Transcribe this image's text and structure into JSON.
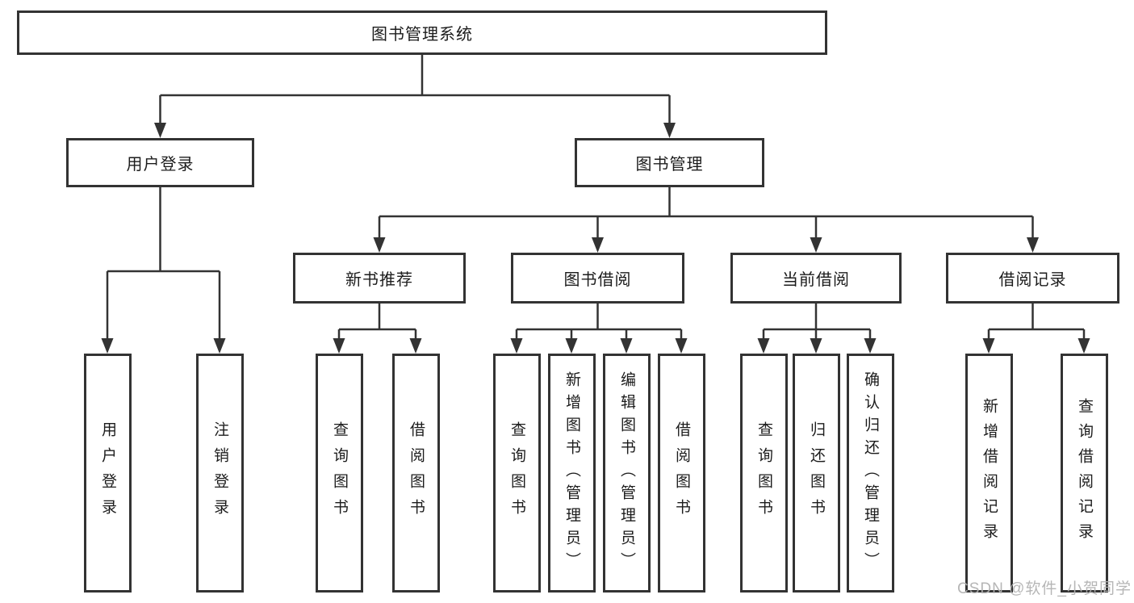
{
  "diagram_type": "hierarchy-flowchart",
  "colors": {
    "line": "#333333",
    "border": "#333333",
    "text": "#1c1c1c",
    "watermark": "#b2b2b2",
    "background": "#ffffff"
  },
  "watermark": "CSDN @软件_小贺同学",
  "tree": {
    "root": {
      "label": "图书管理系统",
      "children": [
        {
          "label": "用户登录",
          "children": [
            {
              "label": "用户登录"
            },
            {
              "label": "注销登录"
            }
          ]
        },
        {
          "label": "图书管理",
          "children": [
            {
              "label": "新书推荐",
              "children": [
                {
                  "label": "查询图书"
                },
                {
                  "label": "借阅图书"
                }
              ]
            },
            {
              "label": "图书借阅",
              "children": [
                {
                  "label": "查询图书"
                },
                {
                  "label": "新增图书（管理员）"
                },
                {
                  "label": "编辑图书（管理员）"
                },
                {
                  "label": "借阅图书"
                }
              ]
            },
            {
              "label": "当前借阅",
              "children": [
                {
                  "label": "查询图书"
                },
                {
                  "label": "归还图书"
                },
                {
                  "label": "确认归还（管理员）"
                }
              ]
            },
            {
              "label": "借阅记录",
              "children": [
                {
                  "label": "新增借阅记录"
                },
                {
                  "label": "查询借阅记录"
                }
              ]
            }
          ]
        }
      ]
    }
  }
}
